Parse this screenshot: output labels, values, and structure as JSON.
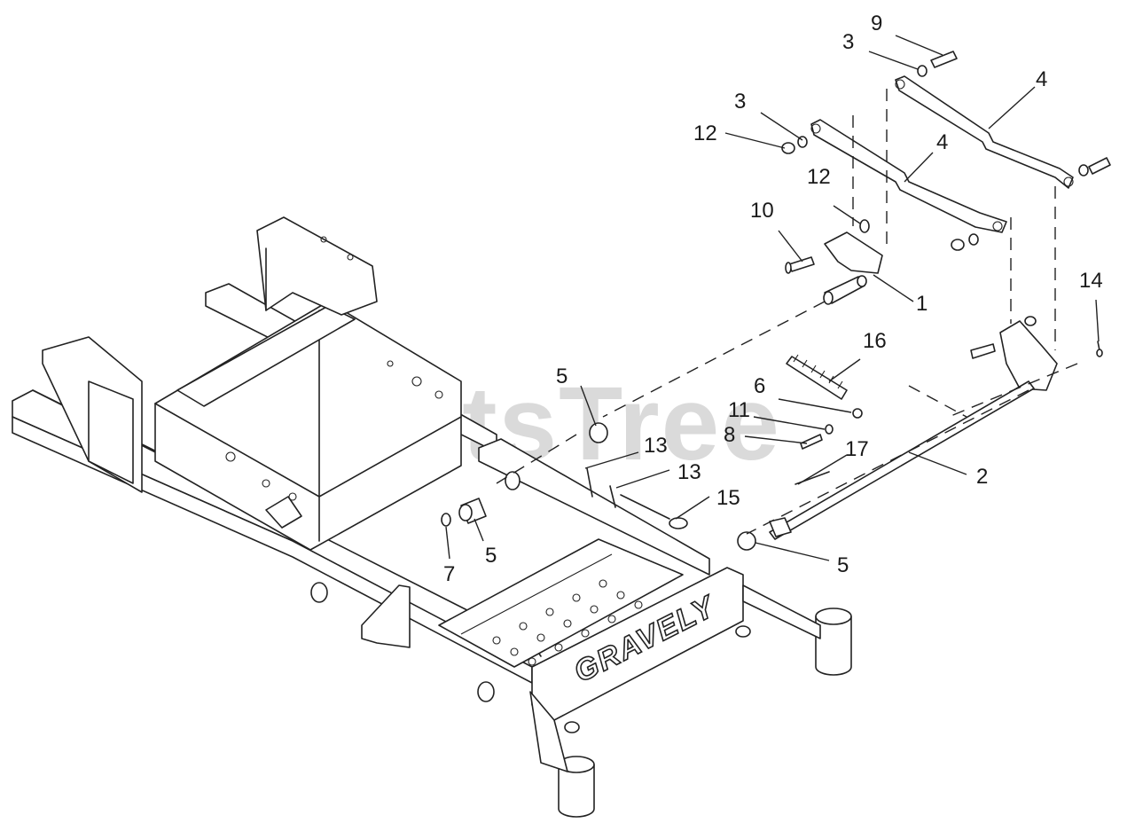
{
  "watermark": "PartsTree",
  "frame_brand": "GRAVELY",
  "callouts": {
    "c1": "1",
    "c2": "2",
    "c3a": "3",
    "c3b": "3",
    "c4a": "4",
    "c4b": "4",
    "c5a": "5",
    "c5b": "5",
    "c5c": "5",
    "c6": "6",
    "c7": "7",
    "c8": "8",
    "c9": "9",
    "c10": "10",
    "c11": "11",
    "c12a": "12",
    "c12b": "12",
    "c13a": "13",
    "c13b": "13",
    "c14": "14",
    "c15": "15",
    "c16": "16",
    "c17": "17"
  }
}
